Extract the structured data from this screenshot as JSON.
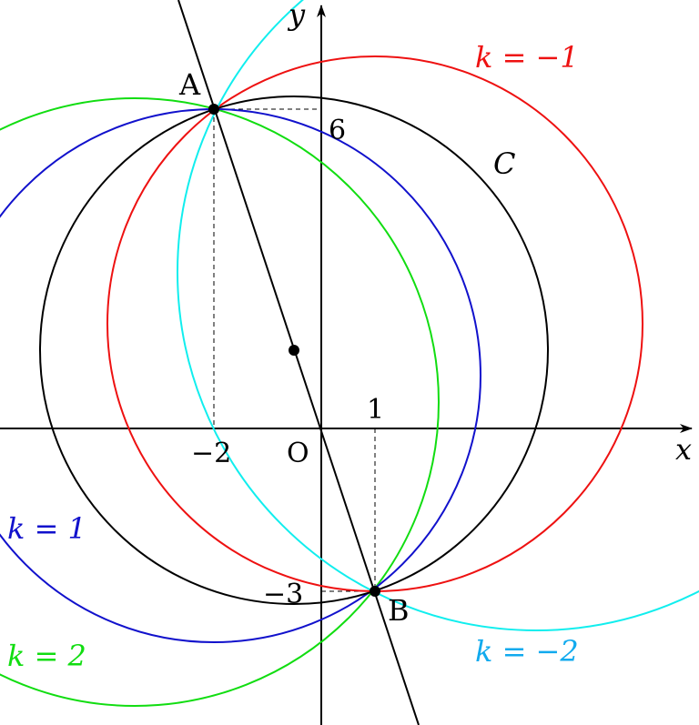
{
  "axes": {
    "x_label": "x",
    "y_label": "y",
    "origin_label": "O",
    "x_ticks": [
      "−2",
      "1"
    ],
    "y_ticks": [
      "6",
      "−3"
    ]
  },
  "points": {
    "A": "A",
    "B": "B"
  },
  "circles": {
    "base_label": "C",
    "k_neg1": "k = −1",
    "k_1": "k = 1",
    "k_2": "k = 2",
    "k_neg2": "k = −2"
  },
  "colors": {
    "black": "#000000",
    "red": "#ee1111",
    "blue": "#1111cc",
    "green": "#11dd11",
    "cyan": "#11eeee",
    "label_cyan": "#11aaee"
  }
}
